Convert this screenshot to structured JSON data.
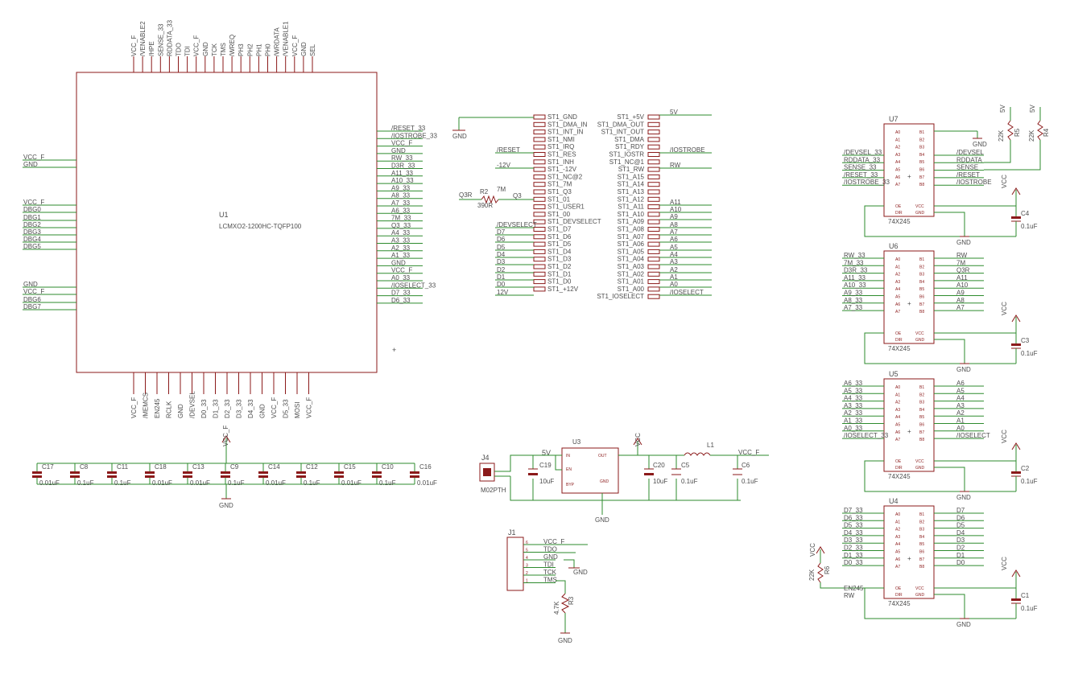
{
  "u1": {
    "ref": "U1",
    "value": "LCMXO2-1200HC-TQFP100",
    "top_nets": [
      "VCC_F",
      "/VENABLE2",
      "/HPE",
      "SENSE_33",
      "RDDATA_33",
      "TDO",
      "TDI",
      "VCC_F",
      "GND",
      "TCK",
      "TMS",
      "/WREQ",
      "PH3",
      "PH2",
      "PH1",
      "PH0",
      "/WRDATA",
      "/VENABLE1",
      "VCC_F",
      "GND",
      "SEL"
    ],
    "left_nets": [
      "VCC_F",
      "GND",
      "VCC_F",
      "DBG0",
      "DBG1",
      "DBG2",
      "DBG3",
      "DBG4",
      "DBG5",
      "GND",
      "VCC_F",
      "DBG6",
      "DBG7"
    ],
    "right_nets": [
      "/RESET_33",
      "/IOSTROBE_33",
      "VCC_F",
      "GND",
      "RW_33",
      "D3R_33",
      "A11_33",
      "A10_33",
      "A9_33",
      "A8_33",
      "A7_33",
      "A6_33",
      "7M_33",
      "Q3_33",
      "A4_33",
      "A3_33",
      "A2_33",
      "A1_33",
      "GND",
      "VCC_F",
      "A0_33",
      "/IOSELECT_33",
      "D7_33",
      "D6_33"
    ],
    "bottom_nets": [
      "VCC_F",
      "/MEMCS",
      "EN245",
      "RCLK",
      "GND",
      "/DEVSEL",
      "D0_33",
      "D1_33",
      "D2_33",
      "D3_33",
      "D4_33",
      "GND",
      "VCC_F",
      "D5_33",
      "MOSI",
      "VCC_F"
    ]
  },
  "slot": {
    "left_names": [
      "ST1_GND",
      "ST1_DMA_IN",
      "ST1_INT_IN",
      "ST1_NMI",
      "ST1_IRQ",
      "ST1_RES",
      "ST1_INH",
      "ST1_-12V",
      "ST1_NC@2",
      "ST1_7M",
      "ST1_Q3",
      "ST1_01",
      "ST1_USER1",
      "ST1_00",
      "ST1_DEVSELECT",
      "ST1_D7",
      "ST1_D6",
      "ST1_D5",
      "ST1_D4",
      "ST1_D3",
      "ST1_D2",
      "ST1_D1",
      "ST1_D0",
      "ST1_+12V"
    ],
    "right_names": [
      "ST1_+5V",
      "ST1_DMA_OUT",
      "ST1_INT_OUT",
      "ST1_DMA",
      "ST1_RDY",
      "ST1_IOSTR",
      "ST1_NC@1",
      "ST1_RW",
      "ST1_A15",
      "ST1_A14",
      "ST1_A13",
      "ST1_A12",
      "ST1_A11",
      "ST1_A10",
      "ST1_A09",
      "ST1_A08",
      "ST1_A07",
      "ST1_A06",
      "ST1_A05",
      "ST1_A04",
      "ST1_A03",
      "ST1_A02",
      "ST1_A01",
      "ST1_A00",
      "ST1_IOSELECT"
    ],
    "left_nets": [
      "/RESET",
      "-12V",
      "/DEVSELECT",
      "D7",
      "D6",
      "D5",
      "D4",
      "D3",
      "D2",
      "D1",
      "D0",
      "12V"
    ],
    "right_nets": [
      "5V",
      "/IOSTROBE",
      "RW",
      "A11",
      "A10",
      "A9",
      "A8",
      "A7",
      "A6",
      "A5",
      "A4",
      "A3",
      "A2",
      "A1",
      "A0",
      "/IOSELECT"
    ],
    "gnd": "GND",
    "r2_ref": "R2",
    "r2_value": "390R",
    "q3r": "Q3R",
    "q3": "Q3",
    "seven_m": "7M"
  },
  "caps": {
    "vcc": "VCC_F",
    "gnd": "GND",
    "items": [
      {
        "ref": "C17",
        "value": "0.01uF"
      },
      {
        "ref": "C8",
        "value": "0.1uF"
      },
      {
        "ref": "C11",
        "value": "0.1uF"
      },
      {
        "ref": "C18",
        "value": "0.01uF"
      },
      {
        "ref": "C13",
        "value": "0.01uF"
      },
      {
        "ref": "C9",
        "value": "0.1uF"
      },
      {
        "ref": "C14",
        "value": "0.01uF"
      },
      {
        "ref": "C12",
        "value": "0.1uF"
      },
      {
        "ref": "C15",
        "value": "0.01uF"
      },
      {
        "ref": "C10",
        "value": "0.1uF"
      },
      {
        "ref": "C16",
        "value": "0.01uF"
      }
    ]
  },
  "power": {
    "j4_ref": "J4",
    "j4_value": "M02PTH",
    "u3_ref": "U3",
    "u3_pins": [
      "IN",
      "OUT",
      "EN",
      "BYP",
      "GND"
    ],
    "five_v": "5V",
    "c19": {
      "ref": "C19",
      "value": "10uF"
    },
    "c20": {
      "ref": "C20",
      "value": "10uF"
    },
    "c5": {
      "ref": "C5",
      "value": "0.1uF"
    },
    "c6": {
      "ref": "C6",
      "value": "0.1uF"
    },
    "l1": "L1",
    "vcc": "VCC",
    "vcc_f": "VCC_F",
    "gnd": "GND"
  },
  "jtag": {
    "j1_ref": "J1",
    "nets": [
      "VCC_F",
      "TDO",
      "GND",
      "TDI",
      "TCK",
      "TMS"
    ],
    "r3_ref": "R3",
    "r3_value": "4.7K",
    "gnd1": "GND",
    "gnd2": "GND"
  },
  "buffers": {
    "pin_labels_left": [
      "A0",
      "A1",
      "A2",
      "A3",
      "A4",
      "A5",
      "A6",
      "A7"
    ],
    "pin_labels_right": [
      "B1",
      "B2",
      "B3",
      "B4",
      "B5",
      "B6",
      "B7",
      "B8"
    ],
    "oe": "OE",
    "dir": "DIR",
    "vcc_pin": "VCC",
    "gnd_pin": "GND",
    "value": "74X245",
    "vcc": "VCC",
    "gnd": "GND",
    "u7": {
      "ref": "U7",
      "left_nets": [
        "/DEVSEL_33",
        "RDDATA_33",
        "SENSE_33",
        "/RESET_33",
        "/IOSTROBE_33"
      ],
      "right_nets": [
        "/DEVSEL",
        "RDDATA",
        "SENSE",
        "/RESET",
        "/IOSTROBE"
      ],
      "cap": {
        "ref": "C4",
        "value": "0.1uF"
      },
      "r5": {
        "ref": "R5",
        "value": "22K"
      },
      "r4": {
        "ref": "R4",
        "value": "22K"
      },
      "five_v": "5V",
      "gnd_top": "GND"
    },
    "u6": {
      "ref": "U6",
      "left_nets": [
        "RW_33",
        "7M_33",
        "D3R_33",
        "A11_33",
        "A10_33",
        "A9_33",
        "A8_33",
        "A7_33"
      ],
      "right_nets": [
        "RW",
        "7M",
        "Q3R",
        "A11",
        "A10",
        "A9",
        "A8",
        "A7"
      ],
      "cap": {
        "ref": "C3",
        "value": "0.1uF"
      }
    },
    "u5": {
      "ref": "U5",
      "left_nets": [
        "A6_33",
        "A5_33",
        "A4_33",
        "A3_33",
        "A2_33",
        "A1_33",
        "A0_33",
        "/IOSELECT_33"
      ],
      "right_nets": [
        "A6",
        "A5",
        "A4",
        "A3",
        "A2",
        "A1",
        "A0",
        "/IOSELECT"
      ],
      "cap": {
        "ref": "C2",
        "value": "0.1uF"
      }
    },
    "u4": {
      "ref": "U4",
      "left_nets": [
        "D7_33",
        "D6_33",
        "D5_33",
        "D4_33",
        "D3_33",
        "D2_33",
        "D1_33",
        "D0_33"
      ],
      "right_nets": [
        "D7",
        "D6",
        "D5",
        "D4",
        "D3",
        "D2",
        "D1",
        "D0"
      ],
      "cap": {
        "ref": "C1",
        "value": "0.1uF"
      },
      "r6": {
        "ref": "R6",
        "value": "22K"
      },
      "en": "EN245",
      "rw": "RW"
    }
  }
}
